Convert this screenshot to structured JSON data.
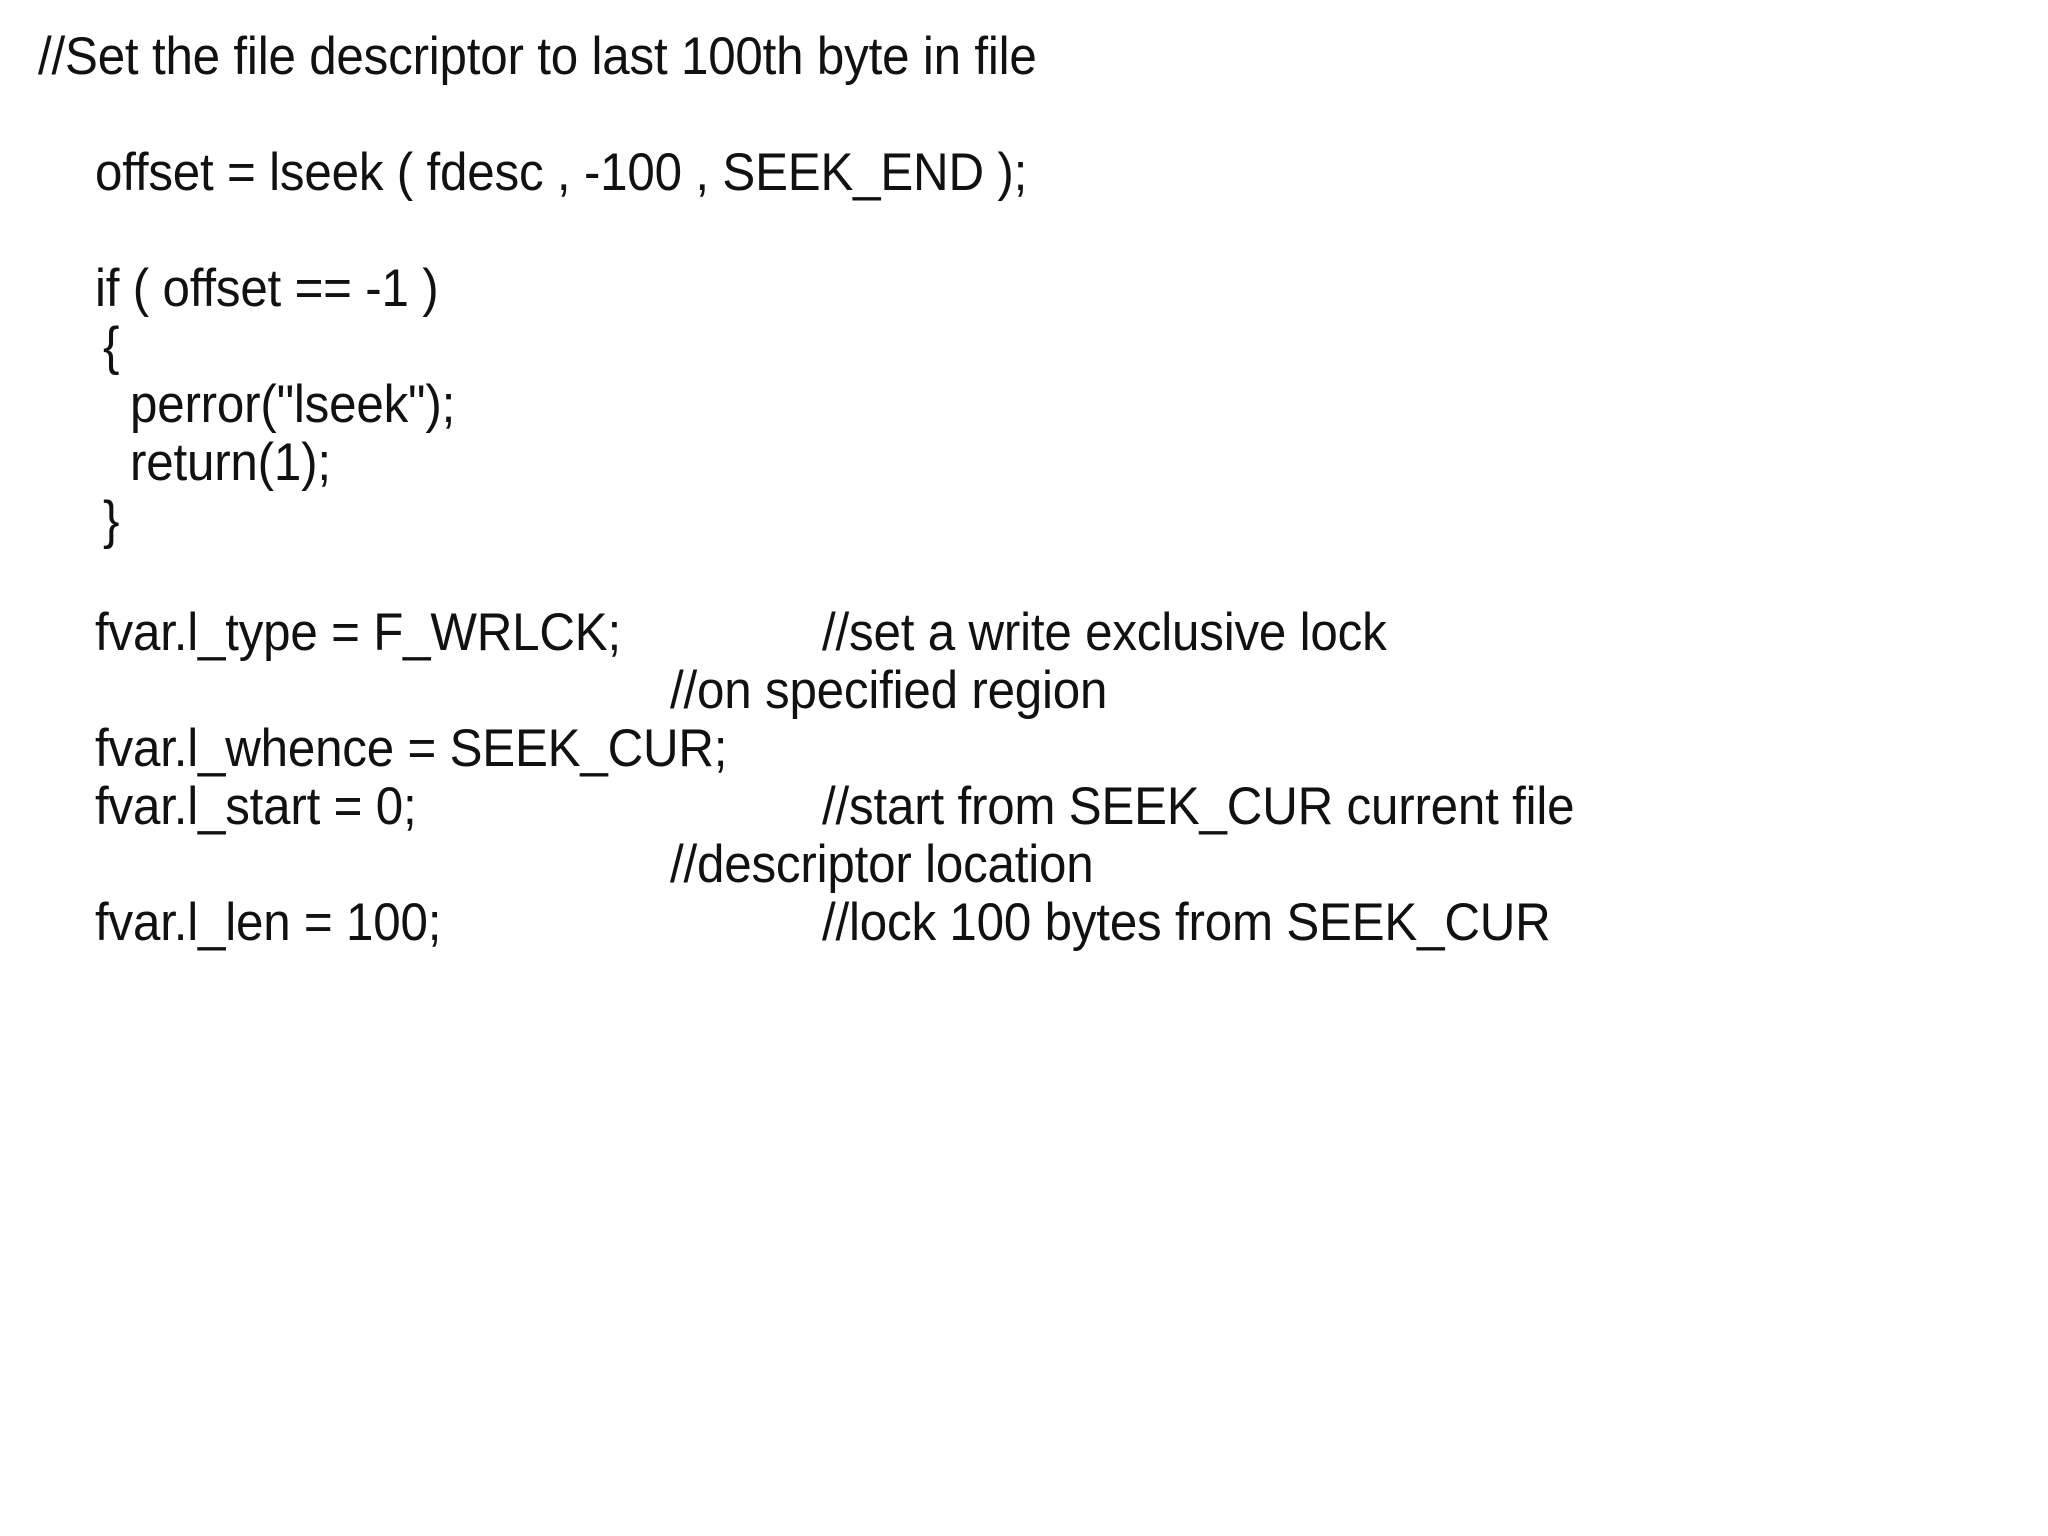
{
  "slide": {
    "background_color": "#ffffff",
    "text_color": "#111111",
    "title_comment": "//Set the file descriptor to last 100th byte in file",
    "code_lines": [
      {
        "name": "lseek-call",
        "text": "offset = lseek ( fdesc , -100 , SEEK_END );"
      },
      {
        "name": "if-offset-check",
        "text": "if ( offset == -1 )"
      },
      {
        "name": "open-brace",
        "text": "{"
      },
      {
        "name": "perror-call",
        "text": "perror(\"lseek\");"
      },
      {
        "name": "return-call",
        "text": "return(1);"
      },
      {
        "name": "close-brace",
        "text": "}"
      },
      {
        "name": "fvar-l-type",
        "text": "fvar.l_type = F_WRLCK;"
      },
      {
        "name": "fvar-l-whence",
        "text": "fvar.l_whence = SEEK_CUR;"
      },
      {
        "name": "fvar-l-start",
        "text": "fvar.l_start = 0;"
      },
      {
        "name": "fvar-l-len",
        "text": "fvar.l_len = 100;"
      }
    ],
    "comments": [
      {
        "name": "comment-write-lock",
        "text": "//set a write exclusive lock"
      },
      {
        "name": "comment-on-region",
        "text": "//on specified region"
      },
      {
        "name": "comment-start-seek-cur",
        "text": "//start from SEEK_CUR current file"
      },
      {
        "name": "comment-descriptor-loc",
        "text": "//descriptor location"
      },
      {
        "name": "comment-lock-100-bytes",
        "text": "//lock 100 bytes from SEEK_CUR"
      }
    ]
  }
}
